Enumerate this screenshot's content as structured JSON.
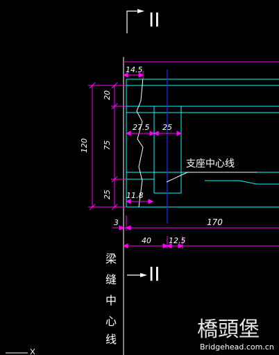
{
  "section": {
    "label": "II"
  },
  "dimensions": {
    "top_offset": "14.5",
    "left_h1": "20",
    "left_h2": "75",
    "left_h3": "25",
    "total_height": "120",
    "w_275": "27.5",
    "w_25": "25",
    "w_118": "11.8",
    "b_3": "3",
    "b_170": "170",
    "b_40": "40",
    "b_125": "12.5"
  },
  "labels": {
    "support_center": "支座中心线",
    "joint_center_chars": [
      "梁",
      "缝",
      "中",
      "心",
      "线"
    ]
  },
  "watermark": {
    "title": "橋頭堡",
    "url": "Bridgehead.com.cn"
  },
  "colors": {
    "background": "#000000",
    "cyan": "#00ffff",
    "magenta": "#ff00ff",
    "blue": "#2233ff",
    "white": "#ffffff"
  }
}
